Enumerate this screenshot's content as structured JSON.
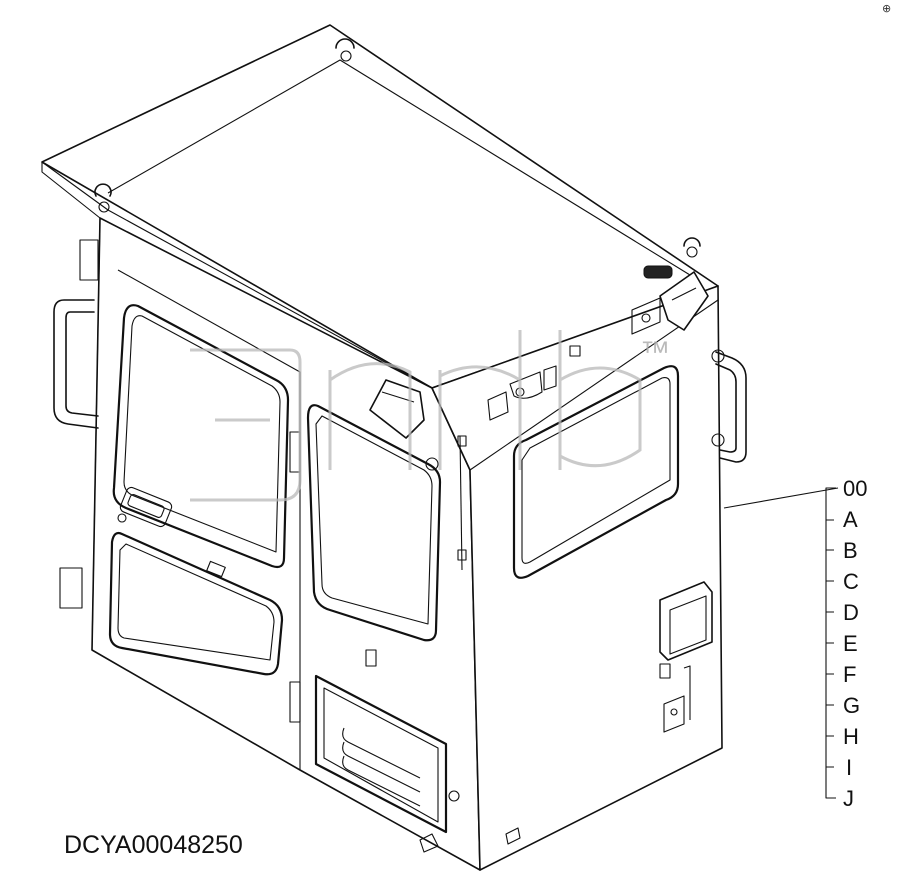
{
  "drawing": {
    "code": "DCYA00048250",
    "corner_mark": "⊕"
  },
  "watermark": {
    "text": "3Ddb",
    "trademark": "™"
  },
  "variant_list": [
    "00",
    "A",
    "B",
    "C",
    "D",
    "E",
    "F",
    "G",
    "H",
    "I",
    "J"
  ]
}
